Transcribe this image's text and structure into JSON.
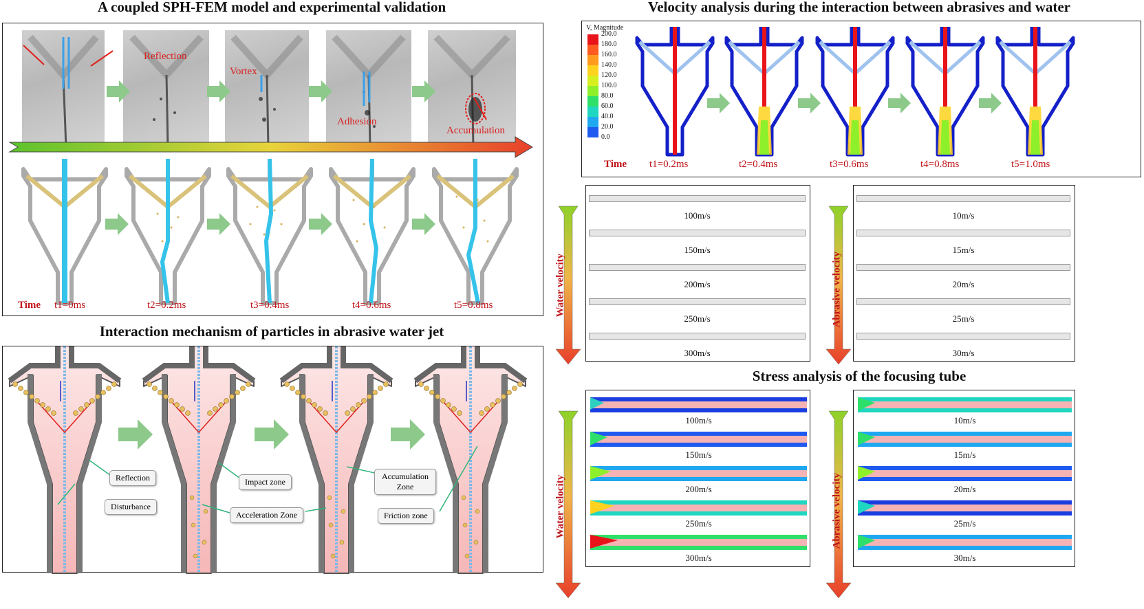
{
  "titles": {
    "sph_fem": "A coupled SPH-FEM model and experimental validation",
    "velocity": "Velocity analysis during the interaction between abrasives and water",
    "mechanism": "Interaction mechanism of particles in abrasive water jet",
    "stress": "Stress analysis of the focusing tube"
  },
  "experiment_labels": {
    "reflection": "Reflection",
    "vortex": "Vortex",
    "adhesion": "Adhesion",
    "accumulation": "Accumulation"
  },
  "sim_times": {
    "time": "Time",
    "t1": "t1=0ms",
    "t2": "t2=0.2ms",
    "t3": "t3=0.4ms",
    "t4": "t4=0.6ms",
    "t5": "t5=0.8ms"
  },
  "velocity_times": {
    "time": "Time",
    "t1": "t1=0.2ms",
    "t2": "t2=0.4ms",
    "t3": "t3=0.6ms",
    "t4": "t4=0.8ms",
    "t5": "t5=1.0ms"
  },
  "legend": {
    "title": "V, Magnitude",
    "values": [
      "200.0",
      "180.0",
      "160.0",
      "140.0",
      "120.0",
      "100.0",
      "80.0",
      "60.0",
      "40.0",
      "20.0",
      "0.0"
    ],
    "colors": [
      "#e8141a",
      "#ff5a1f",
      "#ff9a1f",
      "#ffd21f",
      "#d6f01f",
      "#8ef02a",
      "#2ee06a",
      "#1fd6c0",
      "#1fa8f0",
      "#1f5af0",
      "#1420c8"
    ]
  },
  "mechanism_callouts": {
    "reflection": "Reflection",
    "disturbance": "Disturbance",
    "impact": "Impact zone",
    "acceleration": "Acceleration Zone",
    "accumulation": "Accumulation Zone",
    "friction": "Friction zone"
  },
  "velocity_axes": {
    "water": "Water velocity",
    "abrasive": "Abrasive velocity"
  },
  "water_speeds": [
    "100m/s",
    "150m/s",
    "200m/s",
    "250m/s",
    "300m/s"
  ],
  "abrasive_speeds": [
    "10m/s",
    "15m/s",
    "20m/s",
    "25m/s",
    "30m/s"
  ],
  "colors": {
    "title_red": "#c0151a",
    "water_blue": "#35c3ea",
    "abrasive_gold": "#d6b25a",
    "arrow_green": "#8cc98a"
  }
}
